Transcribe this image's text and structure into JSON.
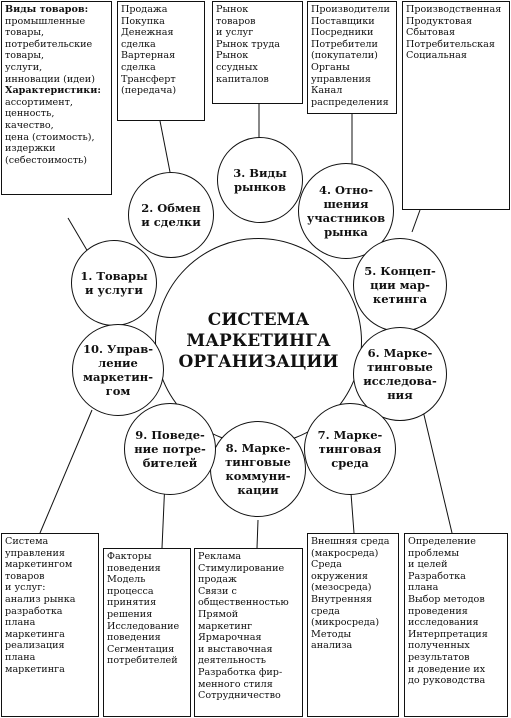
{
  "center": {
    "lines": [
      "СИСТЕМА",
      "МАРКЕТИНГА",
      "ОРГАНИЗАЦИИ"
    ]
  },
  "circles": [
    {
      "id": "c1",
      "lines": [
        "1. Товары",
        "и услуги"
      ]
    },
    {
      "id": "c2",
      "lines": [
        "2. Обмен",
        "и сделки"
      ]
    },
    {
      "id": "c3",
      "lines": [
        "3. Виды",
        "рынков"
      ]
    },
    {
      "id": "c4",
      "lines": [
        "4. Отно-",
        "шения",
        "участников",
        "рынка"
      ]
    },
    {
      "id": "c5",
      "lines": [
        "5. Концеп-",
        "ции мар-",
        "кетинга"
      ]
    },
    {
      "id": "c6",
      "lines": [
        "6. Марке-",
        "тинговые",
        "исследова-",
        "ния"
      ]
    },
    {
      "id": "c7",
      "lines": [
        "7. Марке-",
        "тинговая",
        "среда"
      ]
    },
    {
      "id": "c8",
      "lines": [
        "8. Марке-",
        "тинговые",
        "коммуни-",
        "кации"
      ]
    },
    {
      "id": "c9",
      "lines": [
        "9. Поведе-",
        "ние потре-",
        "бителей"
      ]
    },
    {
      "id": "c10",
      "lines": [
        "10. Управ-",
        "ление",
        "маркетин-",
        "гом"
      ]
    }
  ],
  "boxes": [
    {
      "id": "b1",
      "lines": [
        {
          "t": "Виды товаров:",
          "b": true
        },
        {
          "t": "промышленные"
        },
        {
          "t": "товары,"
        },
        {
          "t": "потребительские"
        },
        {
          "t": "товары,"
        },
        {
          "t": "услуги,"
        },
        {
          "t": "инновации (идеи)"
        },
        {
          "t": "Характеристики:",
          "b": true
        },
        {
          "t": "ассортимент,"
        },
        {
          "t": "ценность,"
        },
        {
          "t": "качество,"
        },
        {
          "t": "цена (стоимость),"
        },
        {
          "t": "издержки"
        },
        {
          "t": "(себестоимость)"
        }
      ]
    },
    {
      "id": "b2",
      "lines": [
        {
          "t": "Продажа"
        },
        {
          "t": "Покупка"
        },
        {
          "t": "Денежная"
        },
        {
          "t": "сделка"
        },
        {
          "t": "Вартерная"
        },
        {
          "t": "сделка"
        },
        {
          "t": "Трансферт"
        },
        {
          "t": "(передача)"
        }
      ]
    },
    {
      "id": "b3",
      "lines": [
        {
          "t": "Рынок"
        },
        {
          "t": "товаров"
        },
        {
          "t": "и услуг"
        },
        {
          "t": "Рынок труда"
        },
        {
          "t": "Рынок"
        },
        {
          "t": "ссудных"
        },
        {
          "t": "капиталов"
        }
      ]
    },
    {
      "id": "b4",
      "lines": [
        {
          "t": "Производители"
        },
        {
          "t": "Поставщики"
        },
        {
          "t": "Посредники"
        },
        {
          "t": "Потребители"
        },
        {
          "t": "(покупатели)"
        },
        {
          "t": "Органы"
        },
        {
          "t": "управления"
        },
        {
          "t": "Канал"
        },
        {
          "t": "распределения"
        }
      ]
    },
    {
      "id": "b5",
      "lines": [
        {
          "t": "Производственная"
        },
        {
          "t": "Продуктовая"
        },
        {
          "t": "Сбытовая"
        },
        {
          "t": "Потребительская"
        },
        {
          "t": "Социальная"
        }
      ]
    },
    {
      "id": "b6",
      "lines": [
        {
          "t": "Определение"
        },
        {
          "t": "проблемы"
        },
        {
          "t": "и целей"
        },
        {
          "t": "Разработка"
        },
        {
          "t": "плана"
        },
        {
          "t": "Выбор методов"
        },
        {
          "t": "проведения"
        },
        {
          "t": "исследования"
        },
        {
          "t": "Интерпретация"
        },
        {
          "t": "полученных"
        },
        {
          "t": "результатов"
        },
        {
          "t": "и доведение их"
        },
        {
          "t": "до руководства"
        }
      ]
    },
    {
      "id": "b7",
      "lines": [
        {
          "t": "Внешняя среда"
        },
        {
          "t": "(макросреда)"
        },
        {
          "t": "Среда"
        },
        {
          "t": "окружения"
        },
        {
          "t": "(мезосреда)"
        },
        {
          "t": "Внутренняя"
        },
        {
          "t": "среда"
        },
        {
          "t": "(микросреда)"
        },
        {
          "t": "Методы"
        },
        {
          "t": "анализа"
        }
      ]
    },
    {
      "id": "b8",
      "lines": [
        {
          "t": "Реклама"
        },
        {
          "t": "Стимулирование"
        },
        {
          "t": "продаж"
        },
        {
          "t": "Связи с"
        },
        {
          "t": "общественностью"
        },
        {
          "t": "Прямой"
        },
        {
          "t": "маркетинг"
        },
        {
          "t": "Ярмарочная"
        },
        {
          "t": "и выставочная"
        },
        {
          "t": "деятельность"
        },
        {
          "t": "Разработка фир-"
        },
        {
          "t": "менного стиля"
        },
        {
          "t": "Сотрудничество"
        }
      ]
    },
    {
      "id": "b9",
      "lines": [
        {
          "t": "Факторы"
        },
        {
          "t": "поведения"
        },
        {
          "t": "Модель"
        },
        {
          "t": "процесса"
        },
        {
          "t": "принятия"
        },
        {
          "t": "решения"
        },
        {
          "t": "Исследование"
        },
        {
          "t": "поведения"
        },
        {
          "t": "Сегментация"
        },
        {
          "t": "потребителей"
        }
      ]
    },
    {
      "id": "b10",
      "lines": [
        {
          "t": "Система"
        },
        {
          "t": "управления"
        },
        {
          "t": "маркетингом"
        },
        {
          "t": "товаров"
        },
        {
          "t": "и услуг:"
        },
        {
          "t": "анализ рынка"
        },
        {
          "t": "разработка"
        },
        {
          "t": "плана"
        },
        {
          "t": "маркетинга"
        },
        {
          "t": "реализация"
        },
        {
          "t": "плана"
        },
        {
          "t": "маркетинга"
        }
      ]
    }
  ]
}
